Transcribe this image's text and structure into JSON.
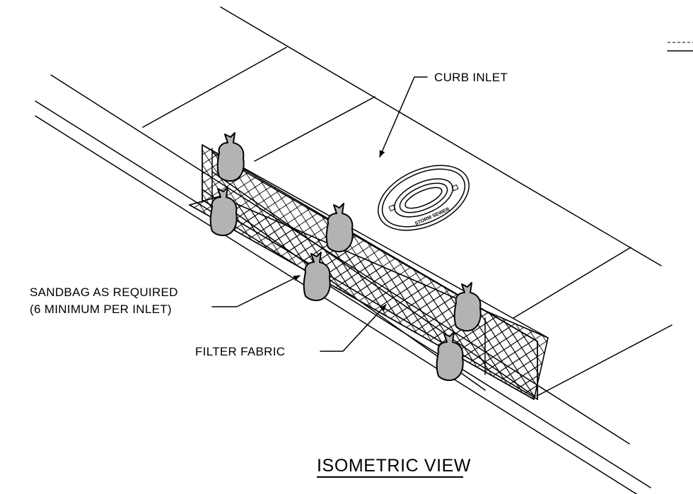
{
  "labels": {
    "curb_inlet": "CURB INLET",
    "sandbag_line1": "SANDBAG AS REQUIRED",
    "sandbag_line2": "(6 MINIMUM PER INLET)",
    "filter_fabric": "FILTER FABRIC",
    "view_title": "ISOMETRIC VIEW",
    "lid_text": "STORM SEWER"
  },
  "colors": {
    "line": "#000000",
    "sandbag_fill": "#b3b3b3",
    "background": "#ffffff"
  },
  "diagram": {
    "sandbag_count": 6
  }
}
